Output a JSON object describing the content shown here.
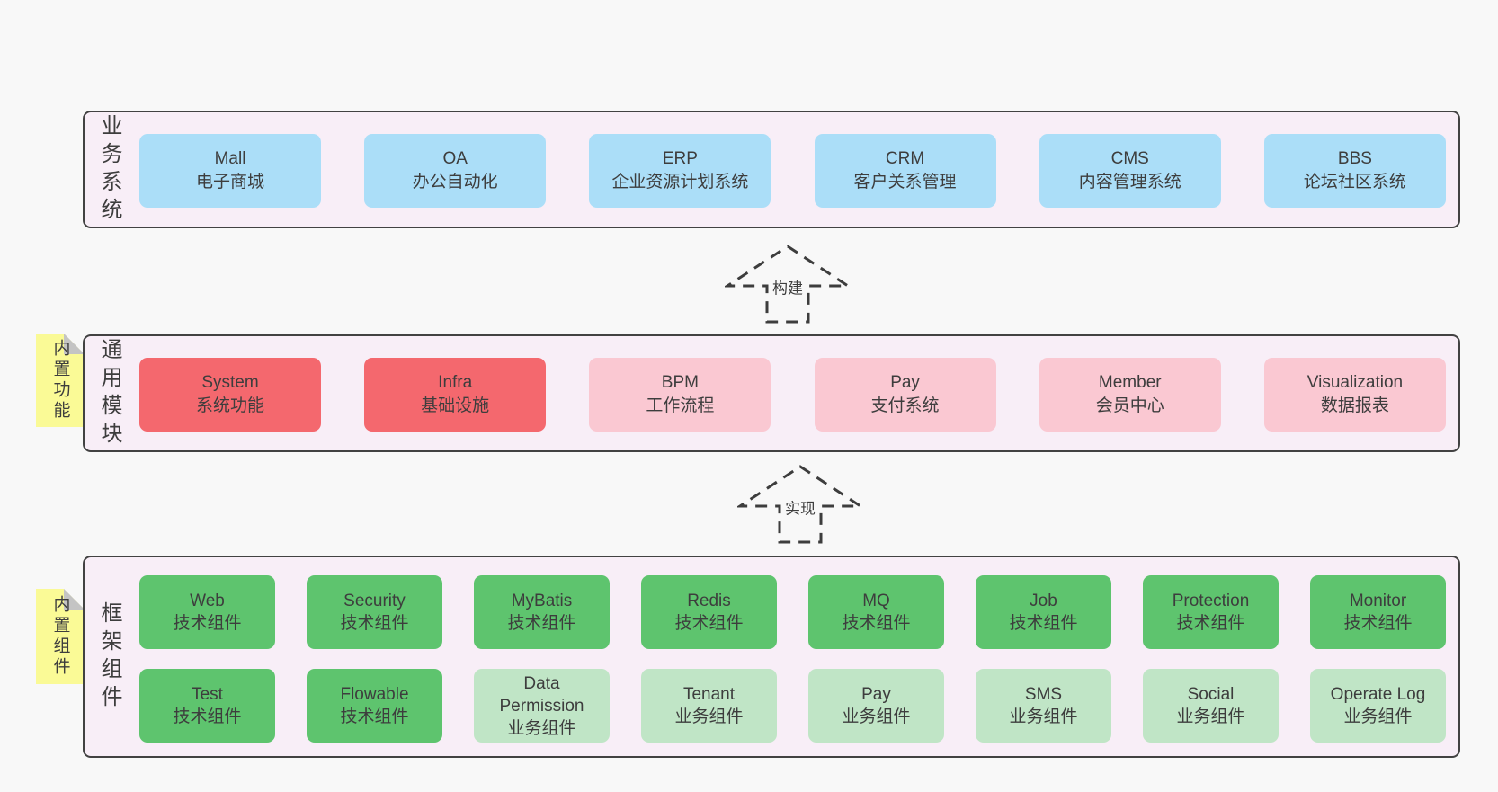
{
  "colors": {
    "page_bg": "#f8f8f8",
    "layer_bg": "#f8eef7",
    "layer_border": "#424242",
    "blue": "#abdef8",
    "red": "#f4686e",
    "pink": "#fac8d2",
    "green": "#5ec46e",
    "light_green": "#c0e5c6",
    "note_yellow": "#fafa96",
    "note_fold": "#c4c4c4",
    "text": "#3d3d3d",
    "arrow": "#3d3d3d"
  },
  "arrows": [
    {
      "label": "构建"
    },
    {
      "label": "实现"
    }
  ],
  "layers": [
    {
      "name": "business-systems",
      "label": "业务系统",
      "boxes": [
        {
          "title": "Mall",
          "subtitle": "电子商城",
          "color": "blue"
        },
        {
          "title": "OA",
          "subtitle": "办公自动化",
          "color": "blue"
        },
        {
          "title": "ERP",
          "subtitle": "企业资源计划系统",
          "color": "blue"
        },
        {
          "title": "CRM",
          "subtitle": "客户关系管理",
          "color": "blue"
        },
        {
          "title": "CMS",
          "subtitle": "内容管理系统",
          "color": "blue"
        },
        {
          "title": "BBS",
          "subtitle": "论坛社区系统",
          "color": "blue"
        }
      ]
    },
    {
      "name": "common-modules",
      "label": "通用模块",
      "note": "内置功能",
      "boxes": [
        {
          "title": "System",
          "subtitle": "系统功能",
          "color": "red"
        },
        {
          "title": "Infra",
          "subtitle": "基础设施",
          "color": "red"
        },
        {
          "title": "BPM",
          "subtitle": "工作流程",
          "color": "pink"
        },
        {
          "title": "Pay",
          "subtitle": "支付系统",
          "color": "pink"
        },
        {
          "title": "Member",
          "subtitle": "会员中心",
          "color": "pink"
        },
        {
          "title": "Visualization",
          "subtitle": "数据报表",
          "color": "pink"
        }
      ]
    },
    {
      "name": "framework-components",
      "label": "框架组件",
      "note": "内置组件",
      "rows": [
        [
          {
            "title": "Web",
            "subtitle": "技术组件",
            "color": "green"
          },
          {
            "title": "Security",
            "subtitle": "技术组件",
            "color": "green"
          },
          {
            "title": "MyBatis",
            "subtitle": "技术组件",
            "color": "green"
          },
          {
            "title": "Redis",
            "subtitle": "技术组件",
            "color": "green"
          },
          {
            "title": "MQ",
            "subtitle": "技术组件",
            "color": "green"
          },
          {
            "title": "Job",
            "subtitle": "技术组件",
            "color": "green"
          },
          {
            "title": "Protection",
            "subtitle": "技术组件",
            "color": "green"
          },
          {
            "title": "Monitor",
            "subtitle": "技术组件",
            "color": "green"
          }
        ],
        [
          {
            "title": "Test",
            "subtitle": "技术组件",
            "color": "green"
          },
          {
            "title": "Flowable",
            "subtitle": "技术组件",
            "color": "green"
          },
          {
            "title": "Data Permission",
            "subtitle": "业务组件",
            "color": "light_green"
          },
          {
            "title": "Tenant",
            "subtitle": "业务组件",
            "color": "light_green"
          },
          {
            "title": "Pay",
            "subtitle": "业务组件",
            "color": "light_green"
          },
          {
            "title": "SMS",
            "subtitle": "业务组件",
            "color": "light_green"
          },
          {
            "title": "Social",
            "subtitle": "业务组件",
            "color": "light_green"
          },
          {
            "title": "Operate Log",
            "subtitle": "业务组件",
            "color": "light_green"
          }
        ]
      ]
    }
  ]
}
